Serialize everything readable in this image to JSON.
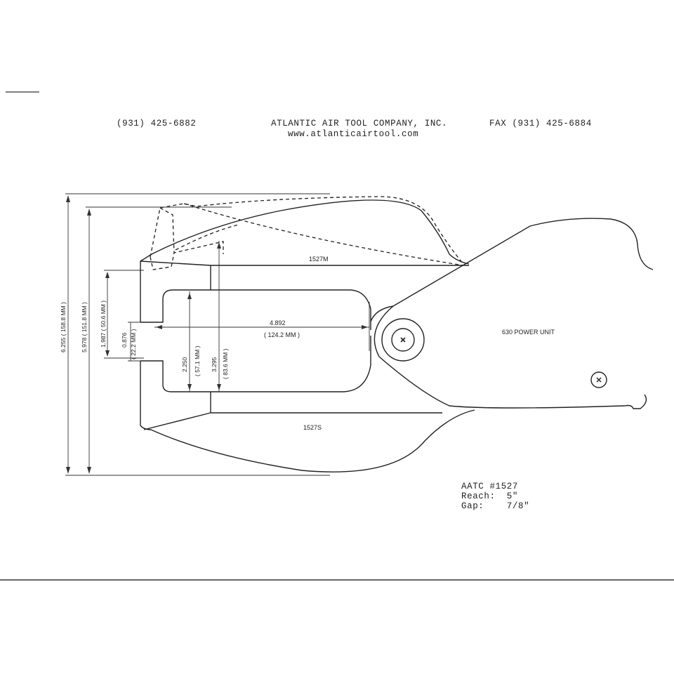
{
  "header": {
    "phone": "(931) 425-6882",
    "company": "ATLANTIC AIR TOOL COMPANY, INC.",
    "website": "www.atlanticairtool.com",
    "fax": "FAX (931) 425-6884"
  },
  "labels": {
    "upper_jaw": "1527M",
    "lower_jaw": "1527S",
    "power_unit": "630 POWER UNIT"
  },
  "dimensions": {
    "overall_height": "6.255 ( 158.8 MM )",
    "height_2": "5.978 ( 151.8 MM )",
    "height_3": "1.987 ( 50.6 MM )",
    "gap_in": "0.876",
    "gap_mm": "( 22.2 MM )",
    "throat_in": "2.250",
    "throat_mm": "( 57.1 MM )",
    "throat2_in": "3.295",
    "throat2_mm": "( 83.6 MM )",
    "reach_in": "4.892",
    "reach_mm": "( 124.2 MM )"
  },
  "spec": {
    "model": "AATC #1527",
    "reach": "Reach:  5\"",
    "gap": "Gap:    7/8\""
  }
}
